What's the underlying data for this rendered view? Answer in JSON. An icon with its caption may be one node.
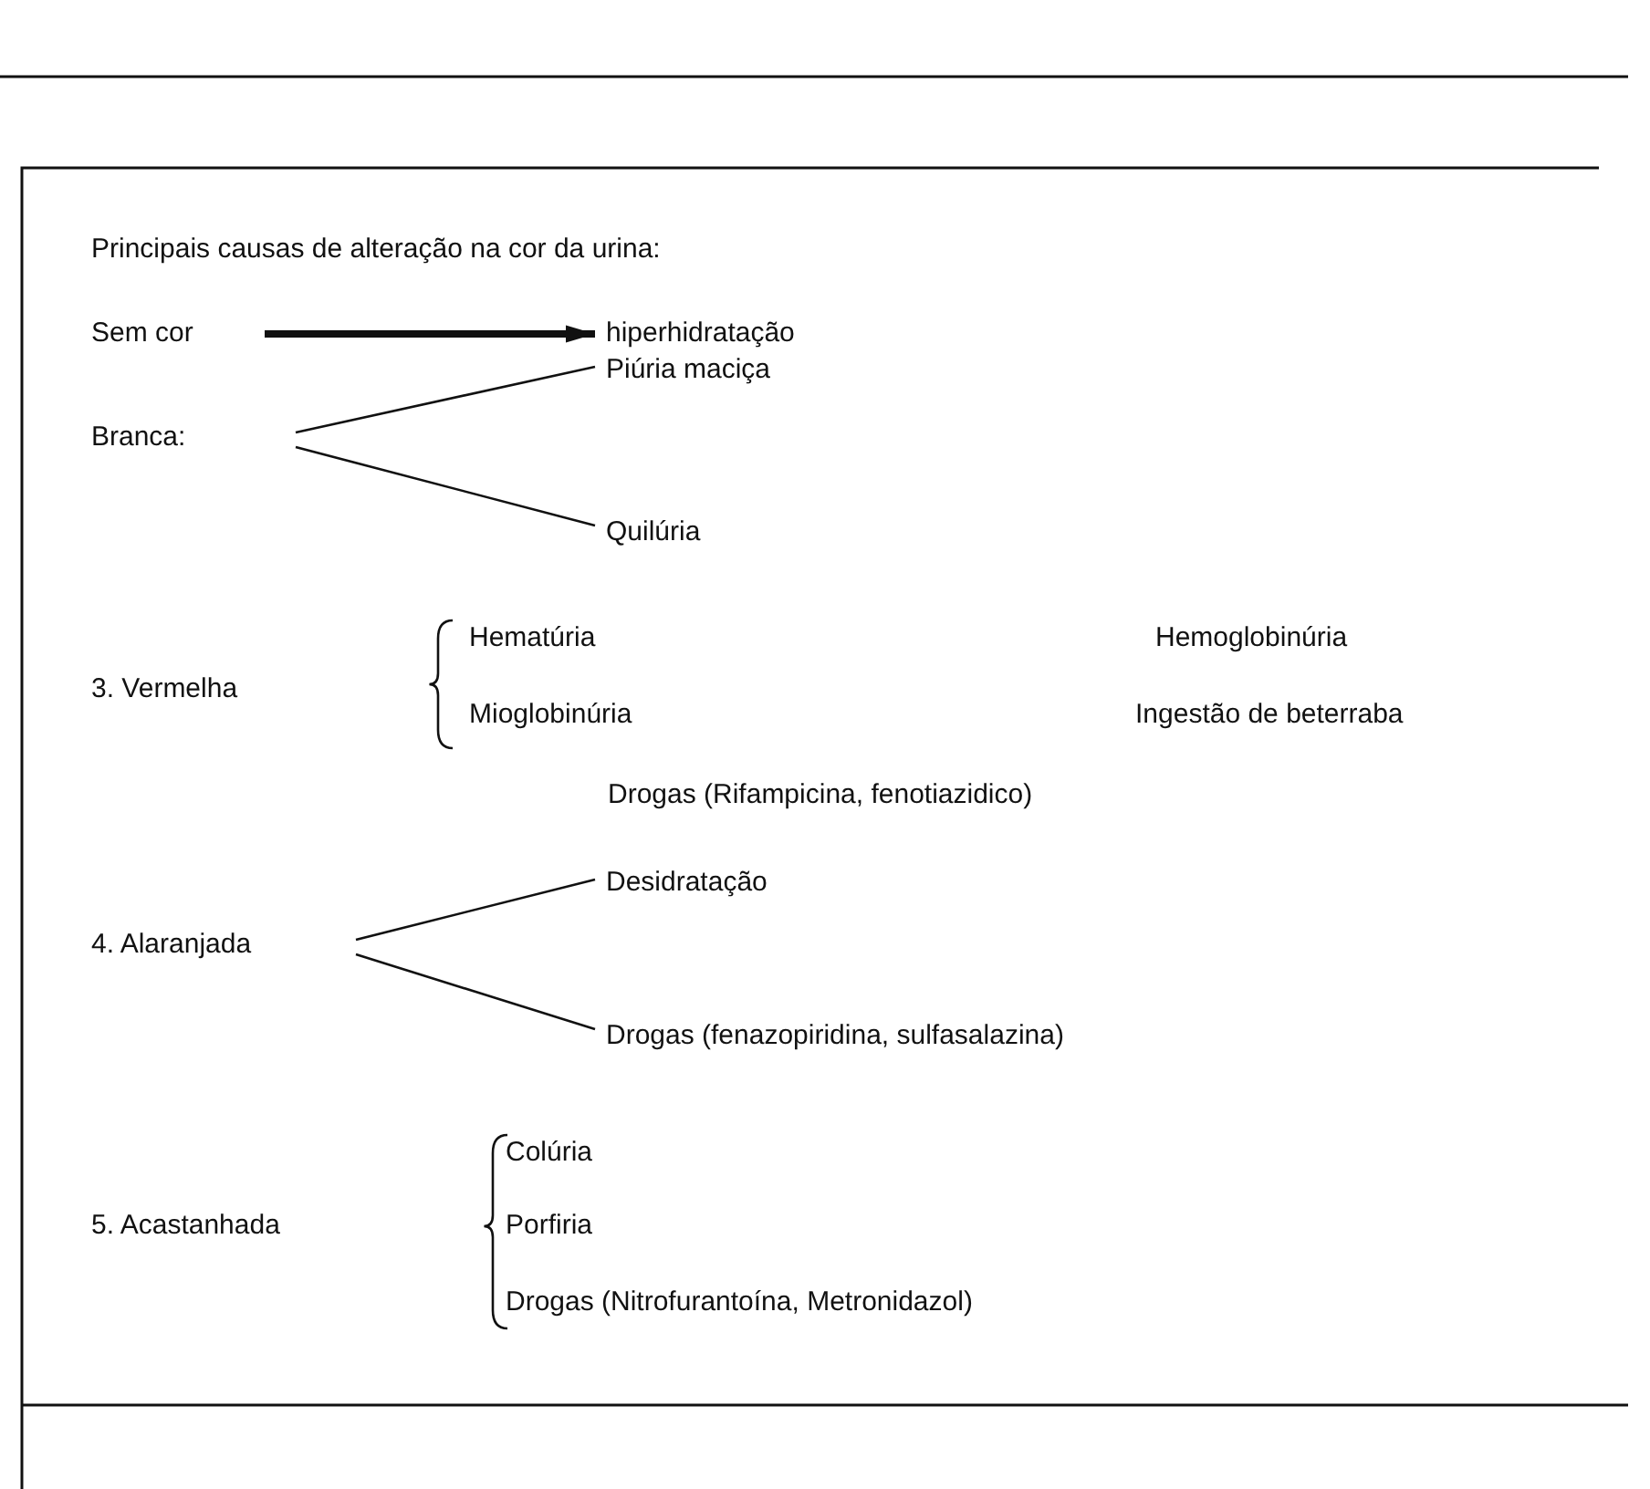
{
  "diagram": {
    "nodes": [
      {
        "text": [
          "Sem cor"
        ]
      },
      {
        "text": [
          "hiperhidratação"
        ]
      },
      {
        "text": [
          "Branca:"
        ]
      },
      {
        "text": [
          "Piúria maciça"
        ]
      },
      {
        "text": [
          "Quilúria"
        ]
      },
      {
        "text": [
          "4. Alaranjada"
        ]
      },
      {
        "text": [
          "Desidratação"
        ]
      },
      {
        "text": [
          "Drogas (fenazopiridina, sulfasalazina)"
        ]
      }
    ],
    "edges": [
      {
        "from": 0,
        "to": 1,
        "arrow": "to",
        "style": "thick"
      },
      {
        "from": 2,
        "to": 3,
        "arrow": "none"
      },
      {
        "from": 2,
        "to": 4,
        "arrow": "none"
      },
      {
        "from": 5,
        "to": 6,
        "arrow": "none"
      },
      {
        "from": 5,
        "to": 7,
        "arrow": "none"
      }
    ],
    "labels": [
      "Principais causas de alteração na cor da urina:",
      "3. Vermelha",
      "Hematúria",
      "Hemoglobinúria",
      "Mioglobinúria",
      "Ingestão de beterraba",
      "Drogas (Rifampicina, fenotiazidico)",
      "5. Acastanhada",
      "Colúria",
      "Porfiria",
      "Drogas (Nitrofurantoína, Metronidazol)"
    ]
  }
}
